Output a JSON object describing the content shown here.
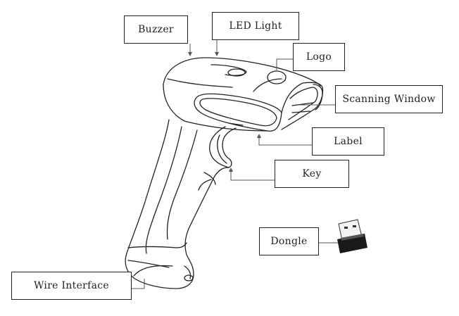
{
  "diagram": {
    "subject": "handheld-barcode-scanner",
    "callouts": [
      {
        "id": "buzzer",
        "label": "Buzzer"
      },
      {
        "id": "led",
        "label": "LED Light"
      },
      {
        "id": "logo",
        "label": "Logo"
      },
      {
        "id": "window",
        "label": "Scanning Window"
      },
      {
        "id": "label",
        "label": "Label"
      },
      {
        "id": "key",
        "label": "Key"
      },
      {
        "id": "dongle",
        "label": "Dongle"
      },
      {
        "id": "wire",
        "label": "Wire Interface"
      }
    ],
    "colors": {
      "line": "#222222",
      "leader": "#555555",
      "dongle": "#1a1a1a"
    }
  }
}
